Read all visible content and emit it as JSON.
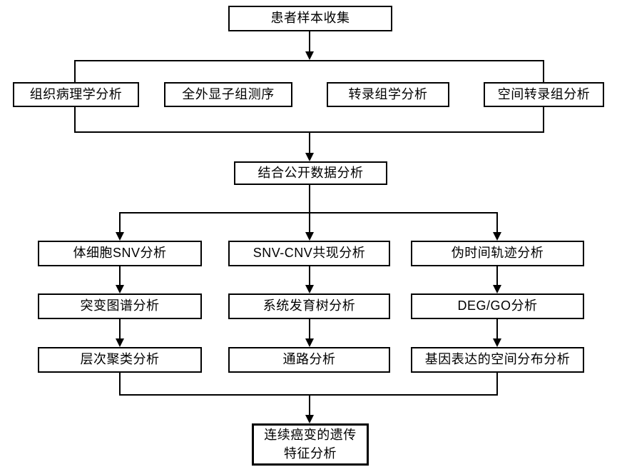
{
  "diagram": {
    "type": "flowchart",
    "language": "zh-CN",
    "colors": {
      "background": "#ffffff",
      "line": "#000000",
      "box_border": "#000000",
      "box_fill": "#ffffff",
      "text": "#000000"
    },
    "nodes": {
      "patient_sample_collection": "患者样本收集",
      "histopathology_analysis": "组织病理学分析",
      "whole_exome_sequencing": "全外显子组测序",
      "transcriptomics_analysis": "转录组学分析",
      "spatial_transcriptomics_analysis": "空间转录组分析",
      "public_data_analysis": "结合公开数据分析",
      "somatic_snv_analysis": "体细胞SNV分析",
      "snv_cnv_cooccurrence_analysis": "SNV-CNV共现分析",
      "pseudotime_trajectory_analysis": "伪时间轨迹分析",
      "mutation_landscape_analysis": "突变图谱分析",
      "phylogenetic_tree_analysis": "系统发育树分析",
      "deg_go_analysis": "DEG/GO分析",
      "hierarchical_clustering_analysis": "层次聚类分析",
      "pathway_analysis": "通路分析",
      "gene_expression_spatial_distribution_analysis": "基因表达的空间分布分析",
      "sequential_carcinogenesis_genetic_features_analysis": "连续癌变的遗传\n特征分析"
    }
  }
}
